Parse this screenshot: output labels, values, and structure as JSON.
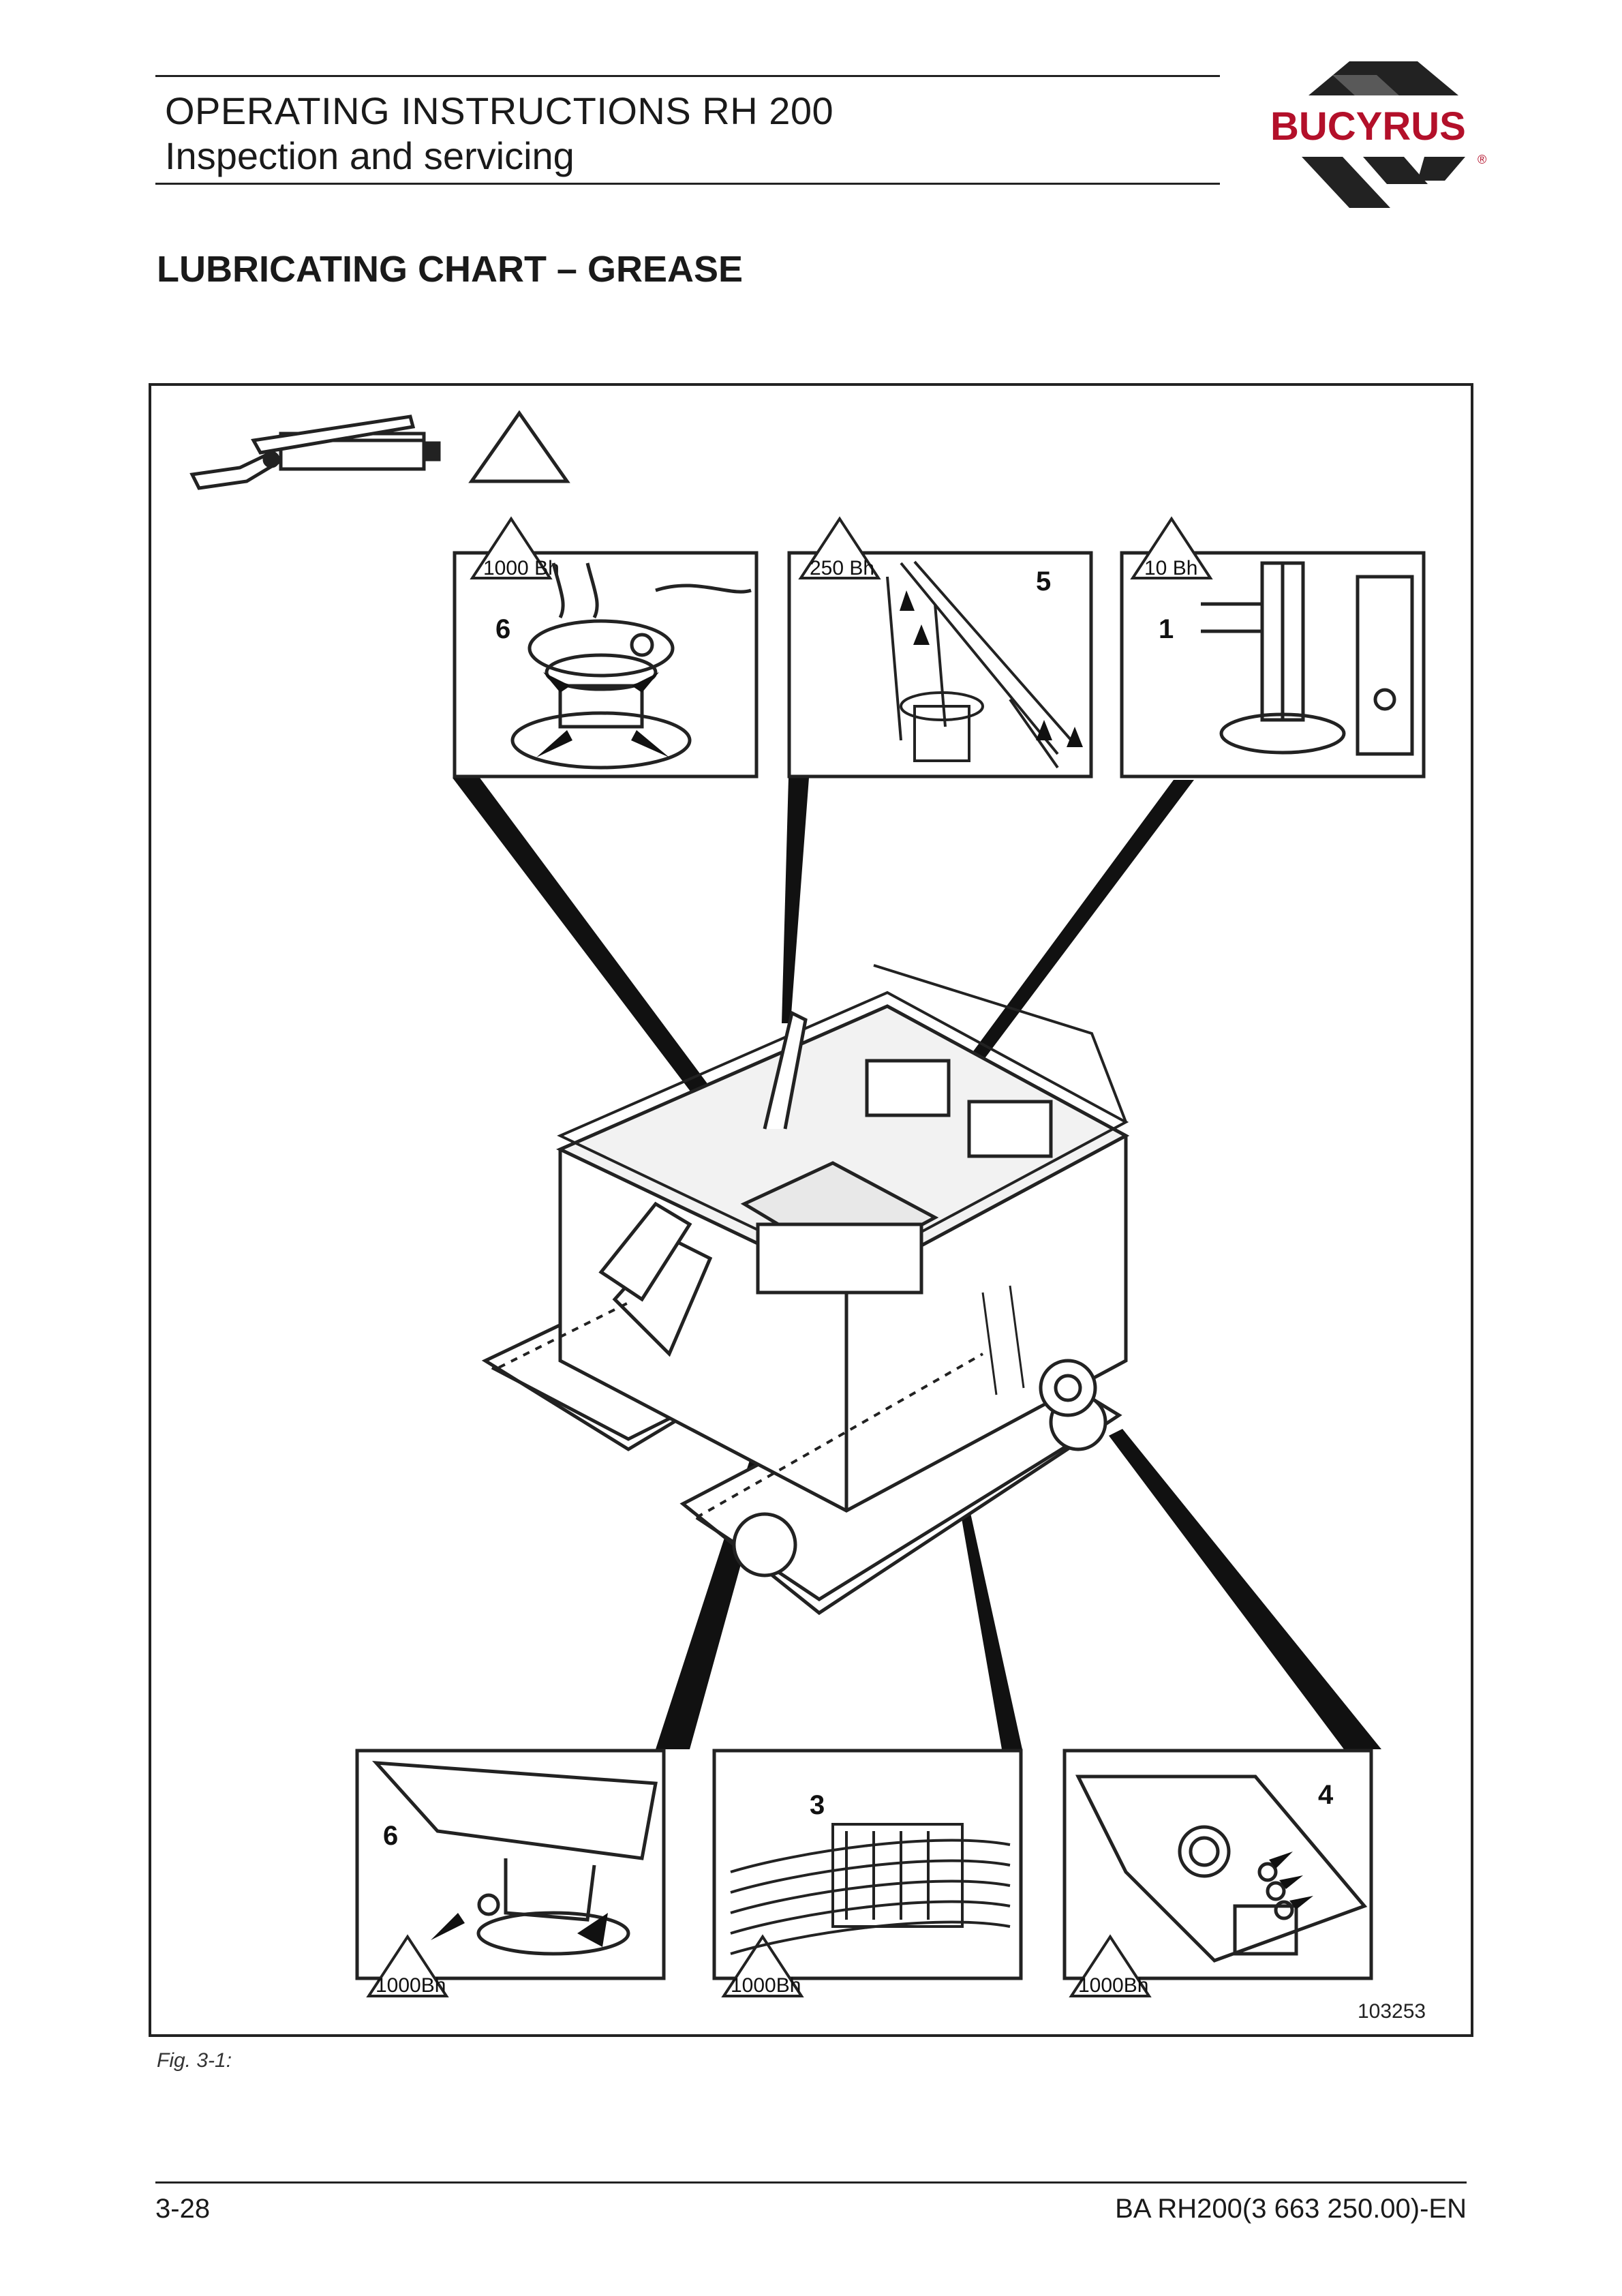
{
  "header": {
    "title": "OPERATING INSTRUCTIONS RH 200",
    "subtitle": "Inspection and servicing",
    "logo_text": "BUCYRUS",
    "logo_mark": "®",
    "brand_color": "#b3102a"
  },
  "section_title": "LUBRICATING CHART – GREASE",
  "figure": {
    "panels": [
      {
        "number": "6",
        "interval": "1000 Bh"
      },
      {
        "number": "5",
        "interval": "250 Bh"
      },
      {
        "number": "1",
        "interval": "10 Bh"
      },
      {
        "number": "6",
        "interval": "1000Bh"
      },
      {
        "number": "3",
        "interval": "1000Bh"
      },
      {
        "number": "4",
        "interval": "1000Bh"
      }
    ],
    "figure_number": "103253",
    "caption": "Fig. 3-1:"
  },
  "footer": {
    "page": "3-28",
    "doc_ref": "BA RH200(3 663 250.00)-EN"
  },
  "icons": {
    "grease_gun": "grease-gun-icon",
    "warning": "warning-triangle-icon",
    "logo": "bucyrus-logo-icon"
  }
}
